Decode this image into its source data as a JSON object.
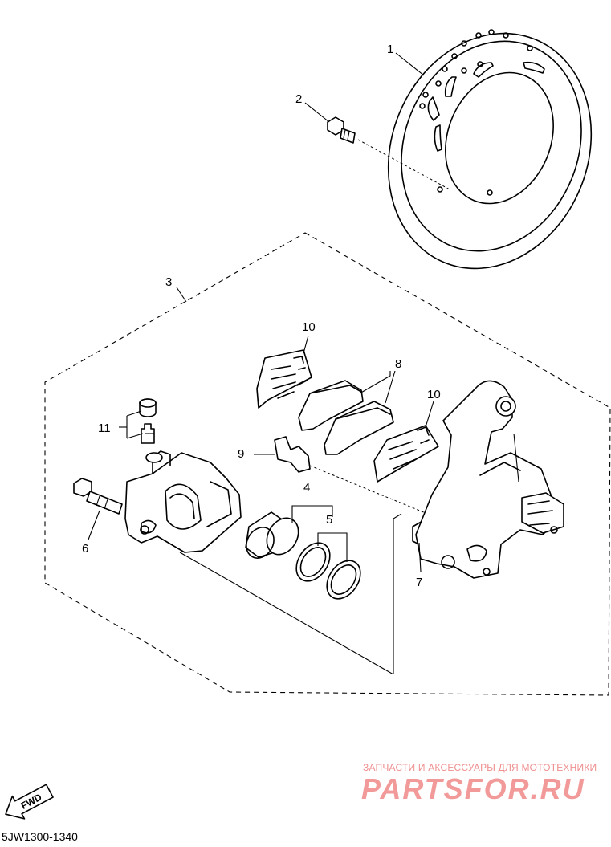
{
  "diagram": {
    "code": "5JW1300-1340",
    "fwd_label": "FWD",
    "callouts": {
      "c1": "1",
      "c2": "2",
      "c3": "3",
      "c4": "4",
      "c5": "5",
      "c6": "6",
      "c7": "7",
      "c8": "8",
      "c9": "9",
      "c10a": "10",
      "c10b": "10",
      "c11": "11"
    }
  },
  "watermark": {
    "tagline": "ЗАПЧАСТИ И АКСЕССУАРЫ ДЛЯ МОТОТЕХНИКИ",
    "logo": "PARTSFOR.RU",
    "color": "#f29a9a"
  }
}
